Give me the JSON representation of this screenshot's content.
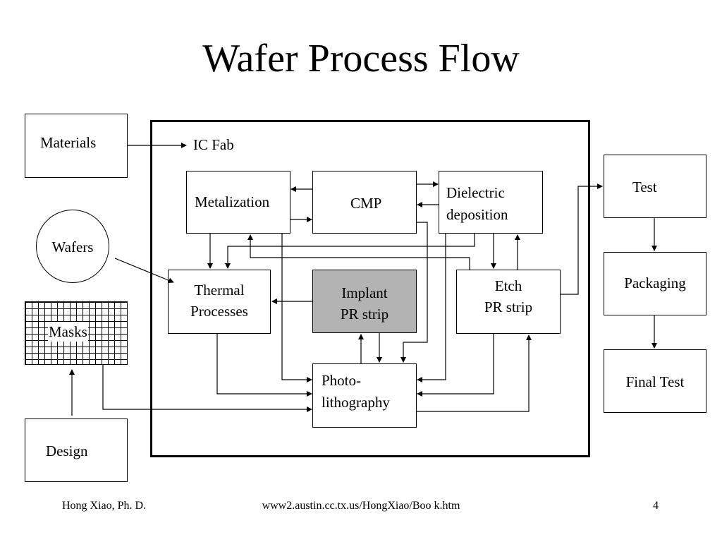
{
  "title": "Wafer Process Flow",
  "nodes": {
    "materials": "Materials",
    "ic_fab": "IC Fab",
    "wafers": "Wafers",
    "masks": "Masks",
    "design": "Design",
    "metalization": "Metalization",
    "cmp": "CMP",
    "dielectric": [
      "Dielectric",
      "deposition"
    ],
    "thermal": [
      "Thermal",
      "Processes"
    ],
    "implant": [
      "Implant",
      "PR strip"
    ],
    "etch": [
      "Etch",
      "PR strip"
    ],
    "photo": [
      "Photo-",
      "lithography"
    ],
    "test": "Test",
    "packaging": "Packaging",
    "final_test": "Final Test"
  },
  "colors": {
    "implant_fill": "#b3b3b3",
    "line": "#000000"
  },
  "footer": {
    "author": "Hong Xiao, Ph. D.",
    "url": "www2.austin.cc.tx.us/HongXiao/Boo k.htm",
    "page": "4"
  }
}
